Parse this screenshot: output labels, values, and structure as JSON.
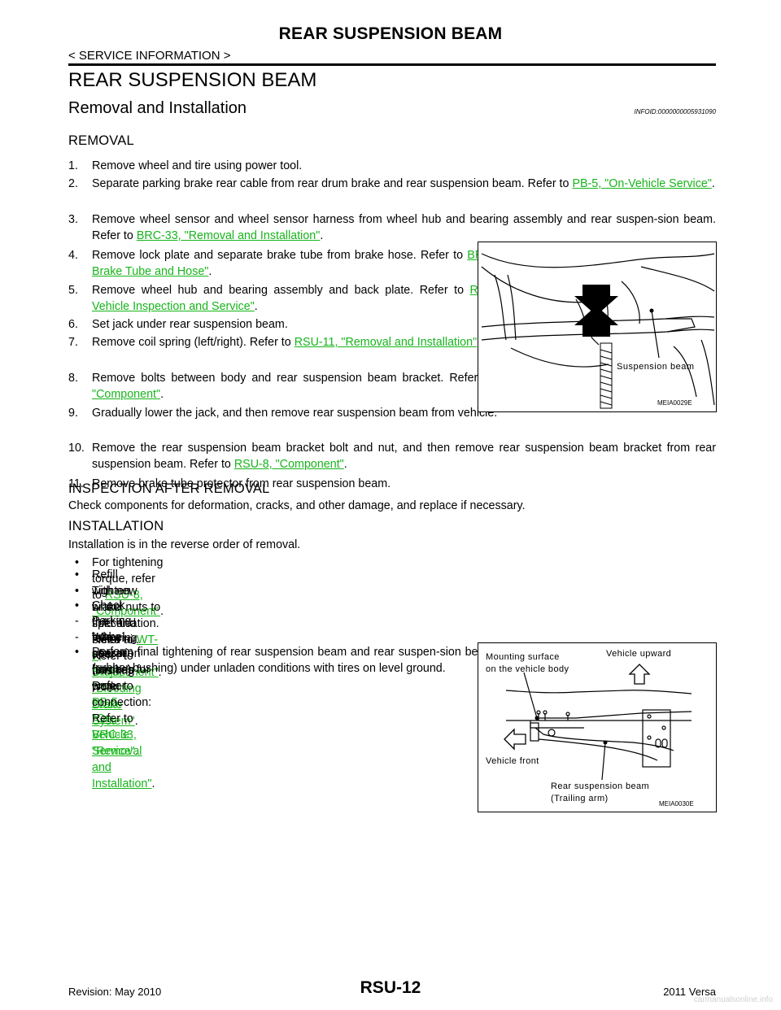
{
  "header": {
    "title": "REAR SUSPENSION BEAM",
    "breadcrumb": "< SERVICE INFORMATION >"
  },
  "page_title": "REAR SUSPENSION BEAM",
  "section": {
    "title": "Removal and Installation",
    "info_id": "INFOID:0000000005931090"
  },
  "removal": {
    "heading": "REMOVAL",
    "steps": [
      {
        "num": "1.",
        "text": "Remove wheel and tire using power tool."
      },
      {
        "num": "2.",
        "text": "Separate parking brake rear cable from rear drum brake and rear suspension beam. Refer to ",
        "link": "PB-5, \"On-Vehicle Service\"",
        "after": "."
      },
      {
        "num": "3.",
        "text": "Remove wheel sensor and wheel sensor harness from wheel hub and bearing assembly and rear suspen-sion beam. Refer to ",
        "link": "BRC-33, \"Removal and Installation\"",
        "after": "."
      },
      {
        "num": "4.",
        "text": "Remove lock plate and separate brake tube from brake hose. Refer to ",
        "link": "BR-12, \"Rear Brake Tube and Hose\"",
        "after": "."
      },
      {
        "num": "5.",
        "text": "Remove wheel hub and bearing assembly and back plate. Refer to ",
        "link": "RAX-6, \"On-Vehicle Inspection and Service\"",
        "after": "."
      },
      {
        "num": "6.",
        "text": "Set jack under rear suspension beam."
      },
      {
        "num": "7.",
        "text": "Remove coil spring (left/right). Refer to ",
        "link": "RSU-11, \"Removal and Installation\"",
        "after": "."
      },
      {
        "num": "8.",
        "text": "Remove bolts between body and rear suspension beam bracket. Refer to ",
        "link": "RSU-8, \"Component\"",
        "after": "."
      },
      {
        "num": "9.",
        "text": "Gradually lower the jack, and then remove rear suspension beam from vehicle."
      },
      {
        "num": "10.",
        "text": "Remove the rear suspension beam bracket bolt and nut, and then remove rear suspension beam bracket from rear suspension beam. Refer to ",
        "link": "RSU-8, \"Component\"",
        "after": "."
      },
      {
        "num": "11.",
        "text": "Remove brake tube protector from rear suspension beam."
      }
    ]
  },
  "figure1": {
    "label": "Suspension beam",
    "id": "MEIA0029E"
  },
  "inspection": {
    "heading": "INSPECTION AFTER REMOVAL",
    "text": "Check components for deformation, cracks, and other damage, and replace if necessary."
  },
  "installation": {
    "heading": "INSTALLATION",
    "intro": "Installation is in the reverse order of removal.",
    "items": [
      {
        "mark": "•",
        "text": "For tightening torque, refer to ",
        "link": "RSU-8, \"Component\"",
        "after": "."
      },
      {
        "mark": "•",
        "text": "Refill with new brake fluid and bleed air. Refer to ",
        "link": "BR-9, \"Bleeding Brake System\"",
        "after": "."
      },
      {
        "mark": "•",
        "text": "Tighten wheel nuts to specification. Refer to ",
        "link": "WT-7, \"Adjustment\"",
        "after": "."
      },
      {
        "mark": "•",
        "text": "Check the following after finishing work."
      },
      {
        "mark": "-",
        "text": "Parking brake operation (stroke): Refer to ",
        "link": "PB-5, \"On-Vehicle Service\"",
        "after": "."
      },
      {
        "mark": "-",
        "text": "Wheel sensor harness for proper connection: Refer to ",
        "link": "BRC-33, \"Removal and Installation\"",
        "after": "."
      },
      {
        "mark": "•",
        "text": "Perform final tightening of rear suspension beam and rear suspen-sion beam bracket (rubber bushing) under unladen conditions with tires on level ground."
      }
    ]
  },
  "figure2": {
    "label_mount_1": "Mounting surface",
    "label_mount_2": "on the vehicle body",
    "label_up": "Vehicle upward",
    "label_front": "Vehicle front",
    "label_beam_1": "Rear suspension beam",
    "label_beam_2": "(Trailing arm)",
    "id": "MEIA0030E"
  },
  "footer": {
    "revision": "Revision: May 2010",
    "page": "RSU-12",
    "model": "2011 Versa",
    "watermark": "carmanualsonline.info"
  }
}
